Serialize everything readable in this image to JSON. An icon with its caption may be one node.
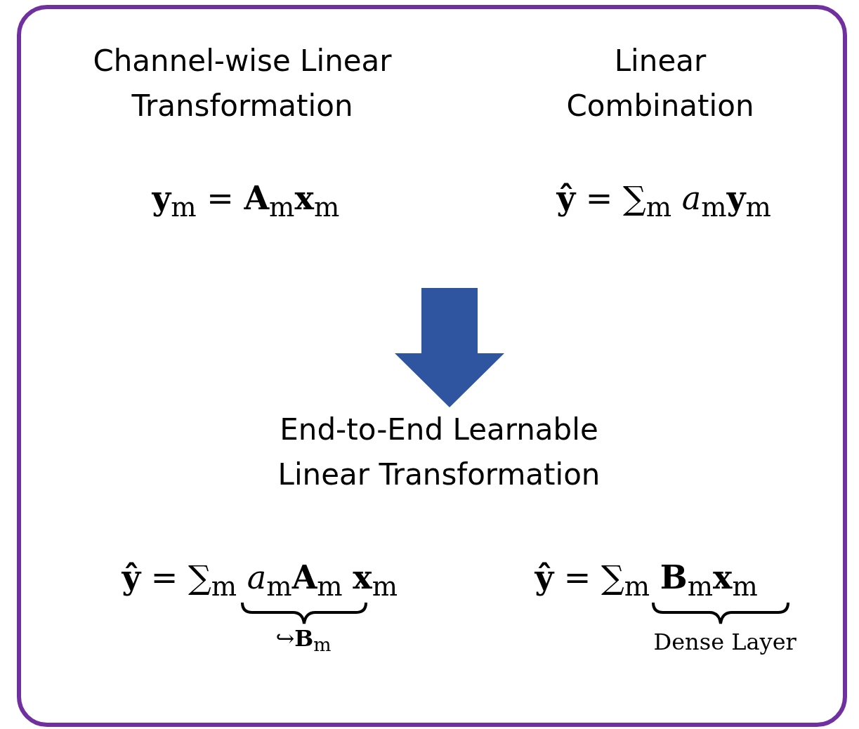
{
  "diagram": {
    "nodes": [
      {
        "text": [
          "Channel-wise Linear Transformation"
        ]
      },
      {
        "text": [
          "Linear Combination"
        ]
      },
      {
        "text": [
          "End-to-End Learnable Linear Transformation"
        ]
      }
    ],
    "edges": [
      {
        "from": null,
        "to": 2,
        "arrow": "to"
      }
    ],
    "labels": [
      "**y**$_{m}$ = **A**$_{m}$**x**$_{m}$",
      "**ŷ** = ∑$_{m}$ *a*$_{m}$**y**$_{m}$",
      "**ŷ** = ∑$_{m}$ *a*$_{m}$**A**$_{m}$ **x**$_{m}$",
      "↪**B**$_{m}$",
      "**ŷ** = ∑$_{m}$ **B**$_{m}$**x**$_{m}$",
      "Dense Layer"
    ]
  }
}
